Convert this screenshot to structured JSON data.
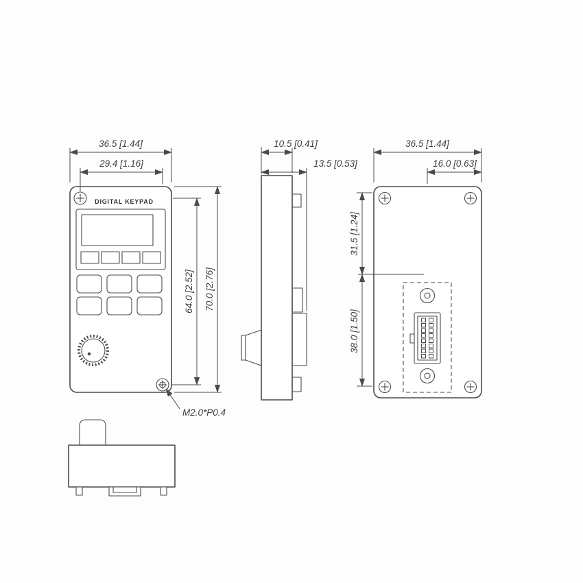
{
  "drawing": {
    "keypad_title": "DIGITAL KEYPAD",
    "ink_color": "#4a4a4a",
    "background_color": "#fdfdfd"
  },
  "dimensions": {
    "front_width": "36.5 [1.44]",
    "front_screw_span_width": "29.4 [1.16]",
    "front_screw_span_height": "64.0 [2.52]",
    "front_height": "70.0 [2.76]",
    "screw_thread_spec": "M2.0*P0.4",
    "side_body_depth": "10.5 [0.41]",
    "side_total_depth": "13.5 [0.53]",
    "back_width": "36.5 [1.44]",
    "back_connector_to_edge": "16.0 [0.63]",
    "back_upper_span": "31.5 [1.24]",
    "back_connector_span": "38.0 [1.50]"
  }
}
